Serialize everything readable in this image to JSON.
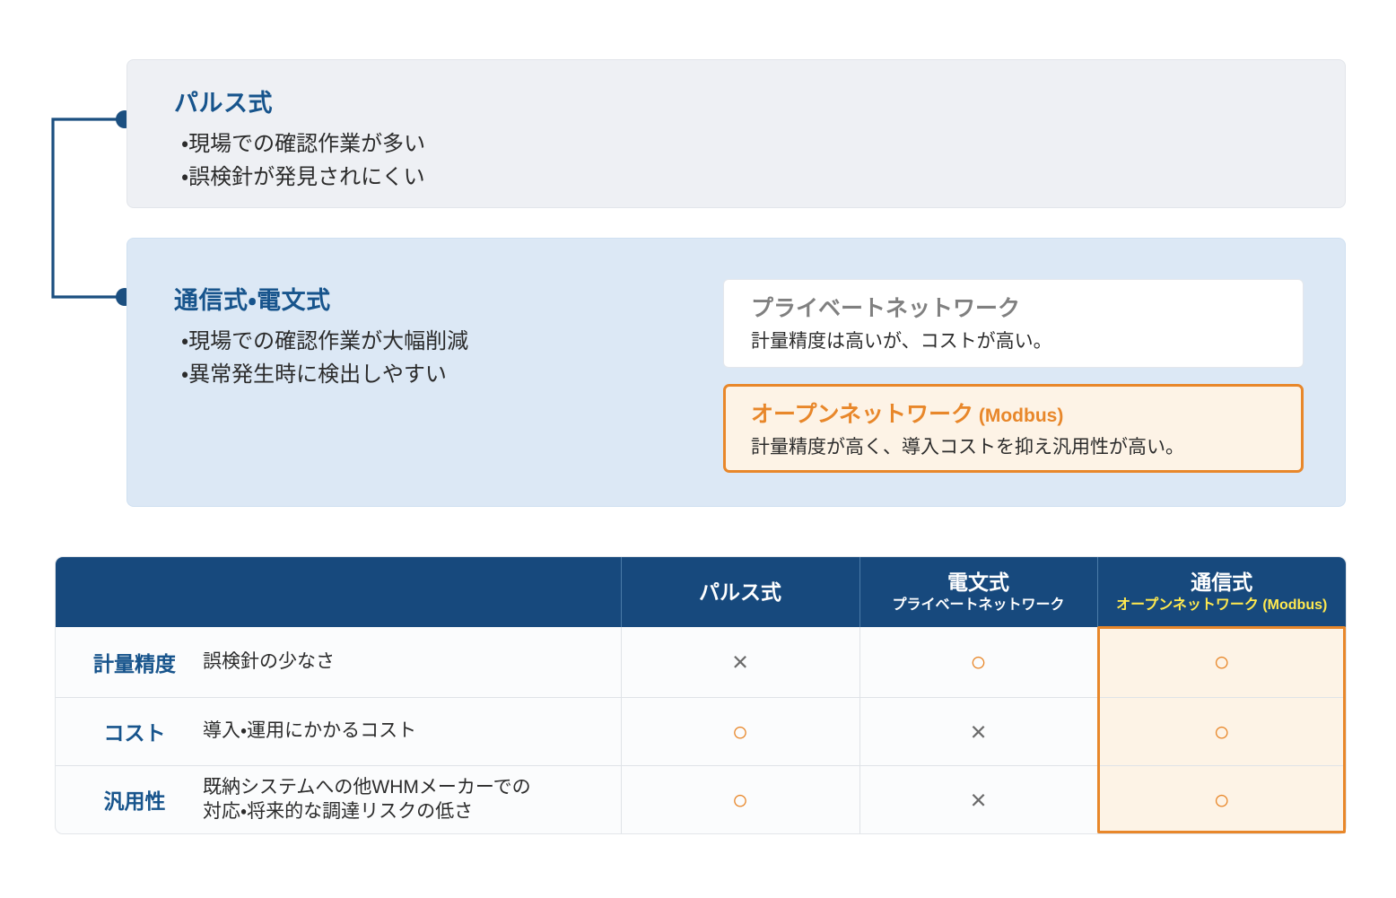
{
  "diagram": {
    "groups": [
      {
        "id": "pulse",
        "title": "パルス式",
        "bullets": [
          "・現場での確認作業が多い",
          "・誤検針が発見されにくい"
        ]
      },
      {
        "id": "communication",
        "title": "通信式・電文式",
        "bullets": [
          "・現場での確認作業が大幅削減",
          "・異常発生時に検出しやすい"
        ]
      }
    ],
    "subnodes": [
      {
        "id": "private-network",
        "title": "プライベートネットワーク",
        "description": "計量精度は高いが、コストが高い。",
        "accent": "#808080"
      },
      {
        "id": "open-network",
        "title": "オープンネットワーク",
        "title_suffix": " (Modbus)",
        "description": "計量精度が高く、導入コストを抑え汎用性が高い。",
        "accent": "#e8872a"
      }
    ]
  },
  "table": {
    "columns": [
      {
        "main": "",
        "sub": ""
      },
      {
        "main": "パルス式",
        "sub": ""
      },
      {
        "main": "電文式",
        "sub": "プライベートネットワーク"
      },
      {
        "main": "通信式",
        "sub": "オープンネットワーク (Modbus)",
        "highlight": true
      }
    ],
    "rows": [
      {
        "label": "計量精度",
        "description": "誤検針の少なさ",
        "marks": [
          "×",
          "○",
          "○"
        ]
      },
      {
        "label": "コスト",
        "description": "導入・運用にかかるコスト",
        "marks": [
          "○",
          "×",
          "○"
        ]
      },
      {
        "label": "汎用性",
        "description_line1": "既納システムへの他WHMメーカーでの",
        "description_line2": "対応・将来的な調達リスクの低さ",
        "marks": [
          "○",
          "×",
          "○"
        ]
      }
    ]
  },
  "colors": {
    "brand_blue": "#17548c",
    "header_blue": "#17497d",
    "accent_orange": "#e8872a",
    "highlight_yellow": "#ffe94f",
    "panel_gray": "#eef0f4",
    "panel_blue": "#dce8f5",
    "cell_highlight": "#fdf3e6",
    "connector_blue": "#1b4f80"
  }
}
